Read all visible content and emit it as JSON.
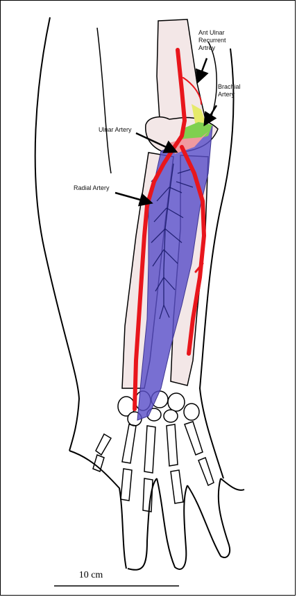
{
  "labels": {
    "ant_ulnar": [
      "Ant Ulnar",
      "Recurrent",
      "Artrey"
    ],
    "brachial": [
      "Brachial",
      "Artery"
    ],
    "ulnar": "Ulnar Artery",
    "radial": "Radial Artery"
  },
  "scale_bar": {
    "label": "10 cm"
  },
  "colors": {
    "artery": "#e8161c",
    "muscle_flap": "#5a4fc8",
    "vessel_branches": "#1a1a6a",
    "bone_fill": "#f3e7e7",
    "green_tissue": "#7fd050",
    "yellow_tissue": "#e6ea6a",
    "outline": "#000000"
  }
}
